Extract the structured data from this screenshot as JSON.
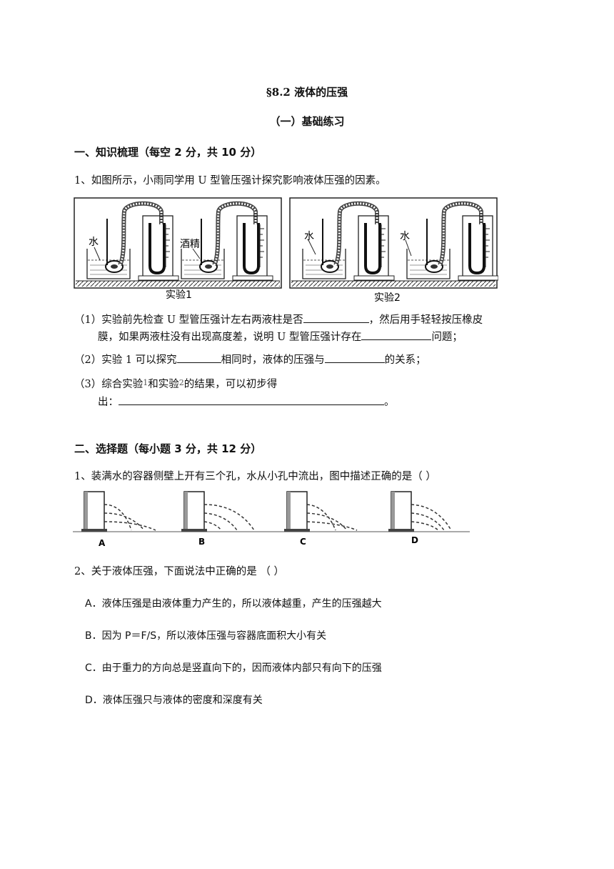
{
  "title": "§8.2 液体的压强",
  "subtitle": "（一）基础练习",
  "section1": {
    "heading": "一、知识梳理（每空 2 分，共 10 分）",
    "q1": "1、如图所示，小雨同学用 U 型管压强计探究影响液体压强的因素。",
    "figure": {
      "exp1_caption": "实验1",
      "exp2_caption": "实验2",
      "label_water": "水",
      "label_alcohol": "酒精"
    },
    "sub1_a": "（1）实验前先检查 U 型管压强计左右两液柱是否",
    "sub1_b": "，然后用手轻轻按压橡皮",
    "sub1_c": "膜，如果两液柱没有出现高度差，说明 U 型管压强计存在",
    "sub1_d": "问题；",
    "sub2_a": "（2）实验 1 可以探究",
    "sub2_b": "相同时，液体的压强与",
    "sub2_c": "的关系；",
    "sub3_a": "（3）综合实验",
    "sub3_n1": "1",
    "sub3_b": "和实验",
    "sub3_n2": "2",
    "sub3_c": "的结果，可以初步得",
    "sub3_d": "出：",
    "sub3_e": "。"
  },
  "section2": {
    "heading": "二、选择题（每小题 3 分，共 12 分）",
    "q1": "1、装满水的容器侧壁上开有三个孔，水从小孔中流出，图中描述正确的是（    ）",
    "q1_labels": [
      "A",
      "B",
      "C",
      "D"
    ],
    "q2": "2、关于液体压强，下面说法中正确的是 （          ）",
    "q2_options": [
      "A．液体压强是由液体重力产生的，所以液体越重，产生的压强越大",
      "B．因为 P＝F/S，所以液体压强与容器底面积大小有关",
      "C．由于重力的方向总是竖直向下的，因而液体内部只有向下的压强",
      "D．液体压强只与液体的密度和深度有关"
    ]
  }
}
